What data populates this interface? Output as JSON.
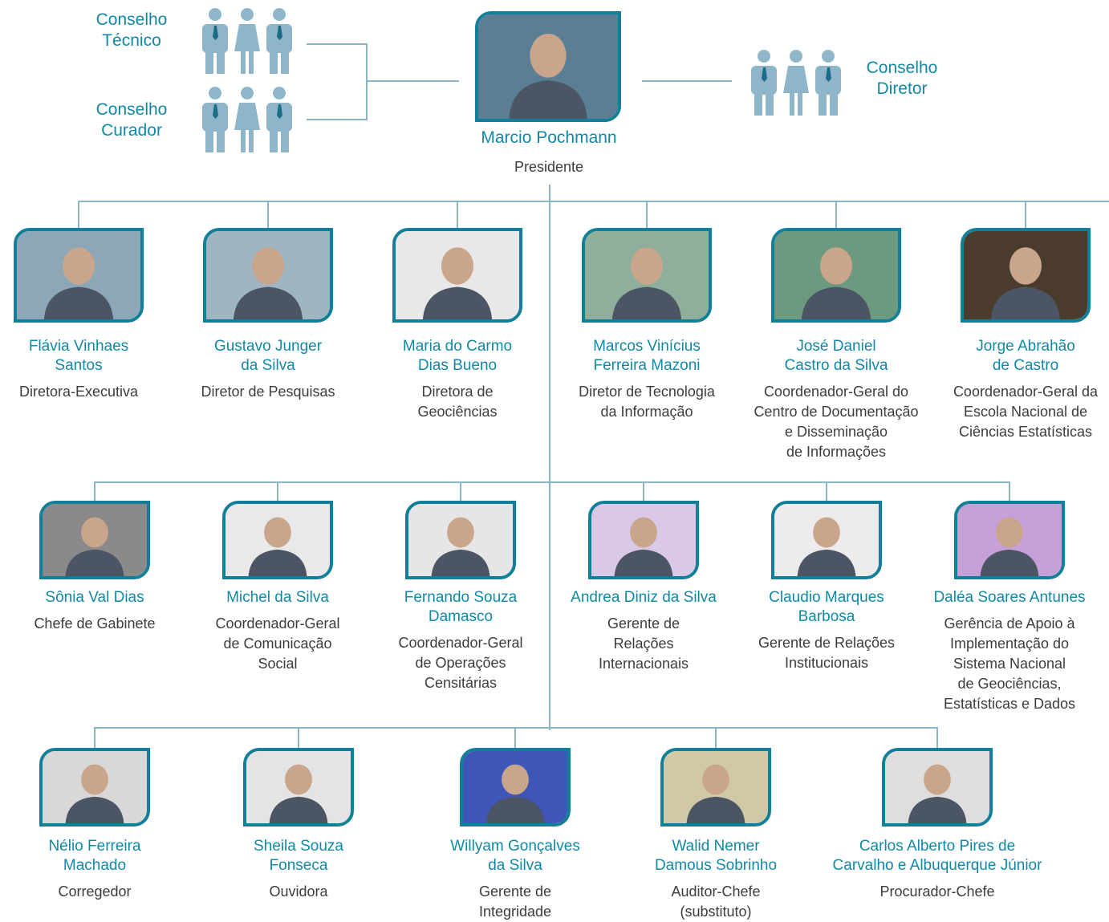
{
  "councils": {
    "tecnico": "Conselho\nTécnico",
    "curador": "Conselho\nCurador",
    "diretor": "Conselho\nDiretor"
  },
  "president": {
    "name": "Marcio Pochmann",
    "role": "Presidente"
  },
  "colors": {
    "accent": "#1189a6",
    "line": "#8ab6c4",
    "frame": "#127f98",
    "person_icon": "#8fb6c8"
  },
  "row1": [
    {
      "name": "Flávia Vinhaes\nSantos",
      "role": "Diretora-Executiva"
    },
    {
      "name": "Gustavo Junger\nda Silva",
      "role": "Diretor de Pesquisas"
    },
    {
      "name": "Maria do Carmo\nDias Bueno",
      "role": "Diretora de\nGeociências"
    },
    {
      "name": "Marcos Vinícius\nFerreira Mazoni",
      "role": "Diretor de Tecnologia\nda Informação"
    },
    {
      "name": "José Daniel\nCastro da Silva",
      "role": "Coordenador-Geral do\nCentro de Documentação\ne Disseminação\nde Informações"
    },
    {
      "name": "Jorge Abrahão\nde Castro",
      "role": "Coordenador-Geral da\nEscola Nacional de\nCiências Estatísticas"
    }
  ],
  "row2": [
    {
      "name": "Sônia Val Dias",
      "role": "Chefe de Gabinete"
    },
    {
      "name": "Michel da Silva",
      "role": "Coordenador-Geral\nde Comunicação\nSocial"
    },
    {
      "name": "Fernando Souza\nDamasco",
      "role": "Coordenador-Geral\nde Operações\nCensitárias"
    },
    {
      "name": "Andrea Diniz da Silva",
      "role": "Gerente de\nRelações\nInternacionais"
    },
    {
      "name": "Claudio Marques\nBarbosa",
      "role": "Gerente de Relações\nInstitucionais"
    },
    {
      "name": "Daléa Soares Antunes",
      "role": "Gerência de Apoio à\nImplementação do\nSistema Nacional\nde Geociências,\nEstatísticas e Dados"
    }
  ],
  "row3": [
    {
      "name": "Nélio Ferreira\nMachado",
      "role": "Corregedor"
    },
    {
      "name": "Sheila Souza\nFonseca",
      "role": "Ouvidora"
    },
    {
      "name": "Willyam Gonçalves\nda Silva",
      "role": "Gerente de\nIntegridade"
    },
    {
      "name": "Walid Nemer\nDamous Sobrinho",
      "role": "Auditor-Chefe\n(substituto)"
    },
    {
      "name": "Carlos Alberto Pires de\nCarvalho e Albuquerque Júnior",
      "role": "Procurador-Chefe"
    }
  ]
}
